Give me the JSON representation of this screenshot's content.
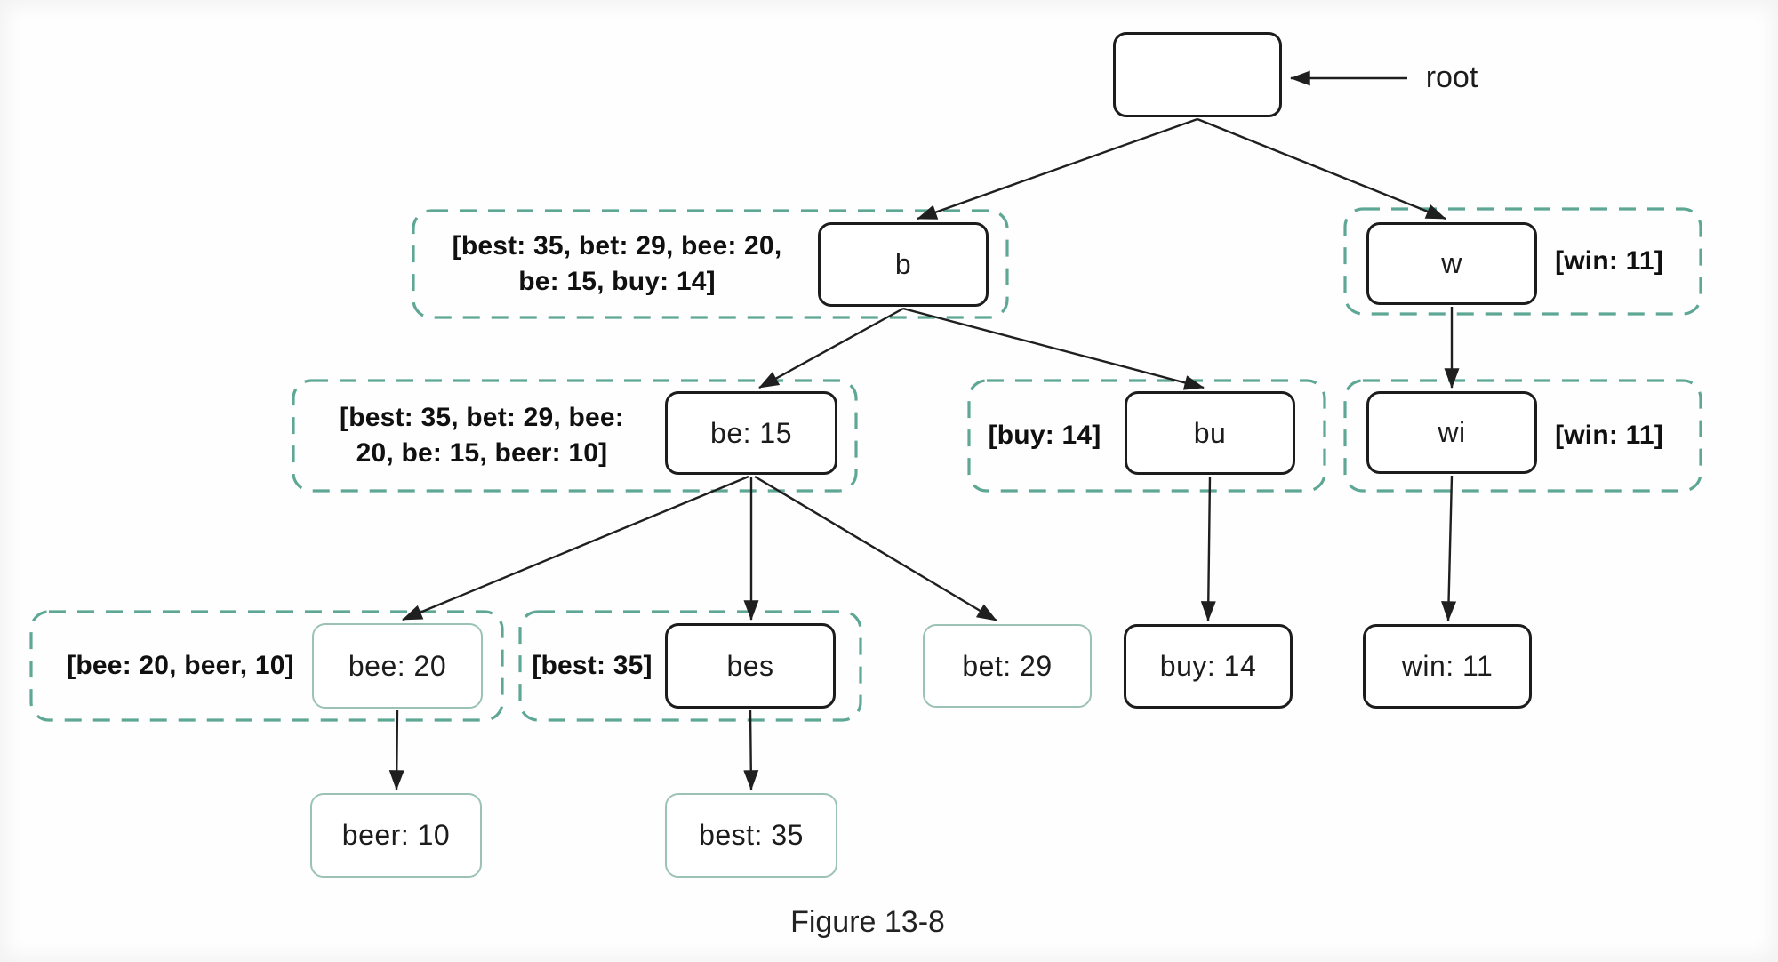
{
  "figure": {
    "caption": "Figure 13-8",
    "root_pointer_label": "root"
  },
  "colors": {
    "group_outline": "#5fa795",
    "terminal_node_border": "#9cc2b7",
    "internal_node_border": "#1c1c1c",
    "edge": "#1f1f1f"
  },
  "nodes": {
    "root": {
      "label": ""
    },
    "b": {
      "label": "b"
    },
    "w": {
      "label": "w"
    },
    "be": {
      "label": "be: 15"
    },
    "bu": {
      "label": "bu"
    },
    "wi": {
      "label": "wi"
    },
    "bee": {
      "label": "bee: 20"
    },
    "bes": {
      "label": "bes"
    },
    "bet": {
      "label": "bet: 29"
    },
    "buy": {
      "label": "buy: 14"
    },
    "win": {
      "label": "win: 11"
    },
    "beer": {
      "label": "beer: 10"
    },
    "best": {
      "label": "best: 35"
    }
  },
  "annotations": {
    "b": {
      "lines": [
        "[best: 35, bet: 29, bee: 20,",
        "be: 15, buy: 14]"
      ]
    },
    "w": {
      "text": "[win: 11]"
    },
    "be": {
      "lines": [
        "[best: 35, bet: 29, bee:",
        "20, be: 15, beer: 10]"
      ]
    },
    "bu": {
      "text": "[buy: 14]"
    },
    "wi": {
      "text": "[win: 11]"
    },
    "bee": {
      "text": "[bee: 20, beer, 10]"
    },
    "bes": {
      "text": "[best: 35]"
    }
  },
  "edges": [
    {
      "from": "root",
      "to": "b"
    },
    {
      "from": "root",
      "to": "w"
    },
    {
      "from": "b",
      "to": "be"
    },
    {
      "from": "b",
      "to": "bu"
    },
    {
      "from": "w",
      "to": "wi"
    },
    {
      "from": "be",
      "to": "bee"
    },
    {
      "from": "be",
      "to": "bes"
    },
    {
      "from": "be",
      "to": "bet"
    },
    {
      "from": "bu",
      "to": "buy"
    },
    {
      "from": "wi",
      "to": "win"
    },
    {
      "from": "bee",
      "to": "beer"
    },
    {
      "from": "bes",
      "to": "best"
    }
  ]
}
